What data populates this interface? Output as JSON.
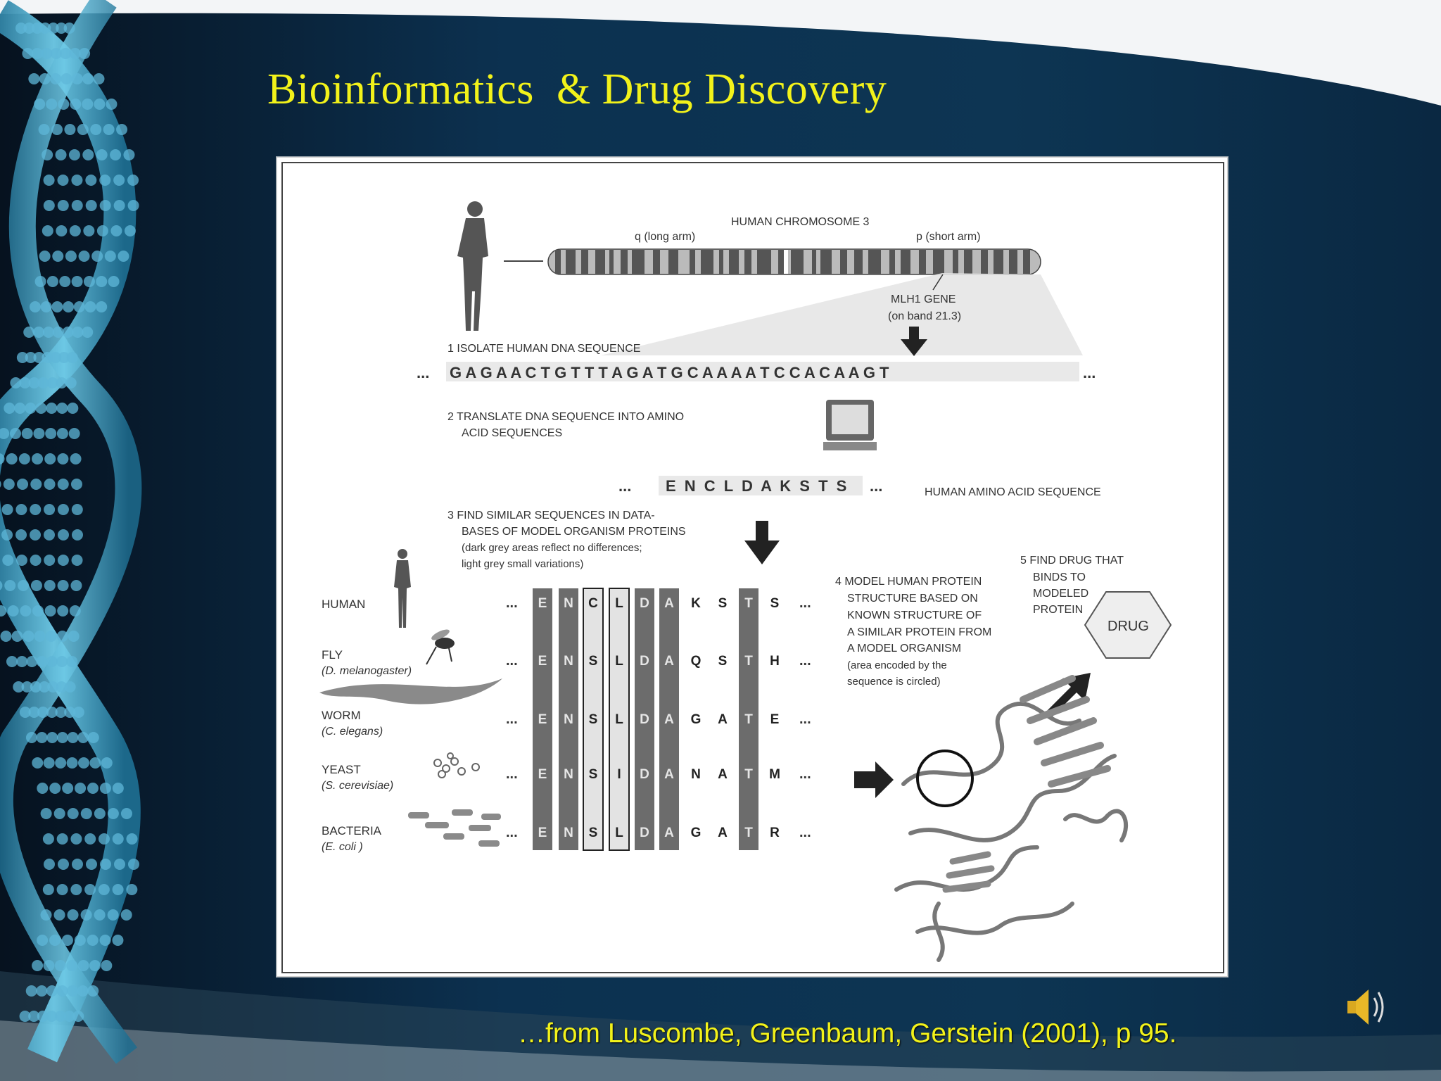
{
  "slide": {
    "title": "Bioinformatics  & Drug Discovery",
    "caption": "…from Luscombe, Greenbaum, Gerstein (2001), p 95."
  },
  "figure": {
    "chromosome": {
      "title": "HUMAN CHROMOSOME 3",
      "q_label": "q (long arm)",
      "p_label": "p (short arm)",
      "gene_line1": "MLH1 GENE",
      "gene_line2": "(on band 21.3)"
    },
    "step1": {
      "label": "1  ISOLATE HUMAN DNA SEQUENCE",
      "dna": "G A G A A C T G T T T A G A T G C A A A A T C C A C A A G T"
    },
    "step2": {
      "line1": "2  TRANSLATE DNA SEQUENCE INTO AMINO",
      "line2": "ACID SEQUENCES"
    },
    "amino": {
      "sequence": "E N C L D A K S T S",
      "label": "HUMAN AMINO ACID SEQUENCE"
    },
    "step3": {
      "line1": "3  FIND SIMILAR SEQUENCES IN DATA-",
      "line2": "BASES OF MODEL ORGANISM PROTEINS",
      "line3": "(dark grey areas reflect no differences;",
      "line4": "light grey small variations)"
    },
    "step4": {
      "line1": "4  MODEL HUMAN PROTEIN",
      "line2": "STRUCTURE BASED ON",
      "line3": "KNOWN STRUCTURE OF",
      "line4": "A SIMILAR PROTEIN FROM",
      "line5": "A MODEL ORGANISM",
      "line6": "(area encoded by the",
      "line7": "sequence is circled)"
    },
    "step5": {
      "line1": "5  FIND DRUG THAT",
      "line2": "BINDS TO",
      "line3": "MODELED",
      "line4": "PROTEIN",
      "drug": "DRUG"
    },
    "organisms": [
      {
        "name": "HUMAN",
        "species": "",
        "residues": [
          "E",
          "N",
          "C",
          "L",
          "D",
          "A",
          "K",
          "S",
          "T",
          "S"
        ]
      },
      {
        "name": "FLY",
        "species": "(D. melanogaster)",
        "residues": [
          "E",
          "N",
          "S",
          "L",
          "D",
          "A",
          "Q",
          "S",
          "T",
          "H"
        ]
      },
      {
        "name": "WORM",
        "species": "(C. elegans)",
        "residues": [
          "E",
          "N",
          "S",
          "L",
          "D",
          "A",
          "G",
          "A",
          "T",
          "E"
        ]
      },
      {
        "name": "YEAST",
        "species": "(S. cerevisiae)",
        "residues": [
          "E",
          "N",
          "S",
          "I",
          "D",
          "A",
          "N",
          "A",
          "T",
          "M"
        ]
      },
      {
        "name": "BACTERIA",
        "species": "(E. coli )",
        "residues": [
          "E",
          "N",
          "S",
          "L",
          "D",
          "A",
          "G",
          "A",
          "T",
          "R"
        ]
      }
    ],
    "ellipsis": "..."
  },
  "icons": {
    "speaker": "speaker-icon"
  },
  "colors": {
    "title": "#f2f21a",
    "background": "#0a2036",
    "dna_helix": "#3fa0c4"
  }
}
